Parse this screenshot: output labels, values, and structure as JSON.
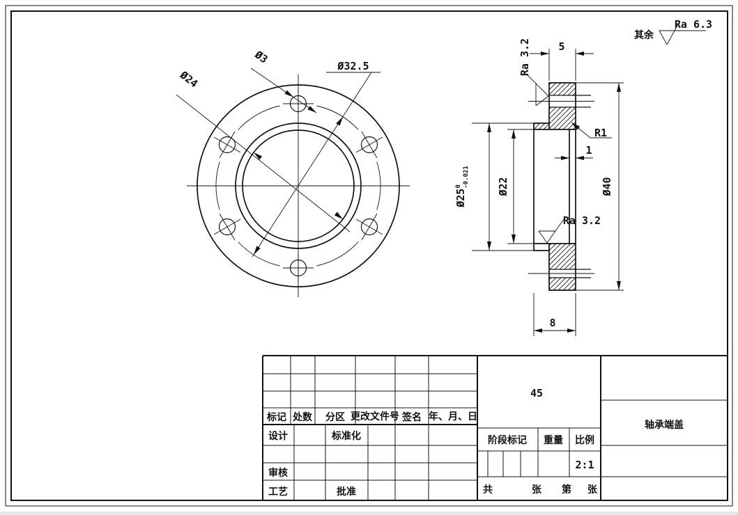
{
  "general_note": {
    "prefix": "其余",
    "roughness": "Ra 6.3"
  },
  "front_view": {
    "dim_bolt_circle": "Ø32.5",
    "dim_boss": "Ø24",
    "dim_hole": "Ø3"
  },
  "section_view": {
    "dim_flange_thickness": "5",
    "dim_back_wall": "1",
    "dim_total_length": "8",
    "dim_fillet": "R1",
    "dim_outer_dia": "Ø40",
    "dim_bore_dia": "Ø22",
    "dim_spigot_dia": "Ø25",
    "tol_upper": "0",
    "tol_lower": "-0.021",
    "roughness_left_face": "Ra 3.2",
    "roughness_bore": "Ra 3.2"
  },
  "title_block": {
    "revision_headers": [
      "标记",
      "处数",
      "分区",
      "更改文件号",
      "签名",
      "年、月、日"
    ],
    "design": "设计",
    "standardization": "标准化",
    "check": "审核",
    "process": "工艺",
    "approve": "批准",
    "stage_mark": "阶段标记",
    "weight": "重量",
    "scale_label": "比例",
    "scale_value": "2:1",
    "sheet_total_prefix": "共",
    "sheet_total_suffix": "张",
    "sheet_index_prefix": "第",
    "sheet_index_suffix": "张",
    "material": "45",
    "part_name": "轴承端盖"
  }
}
